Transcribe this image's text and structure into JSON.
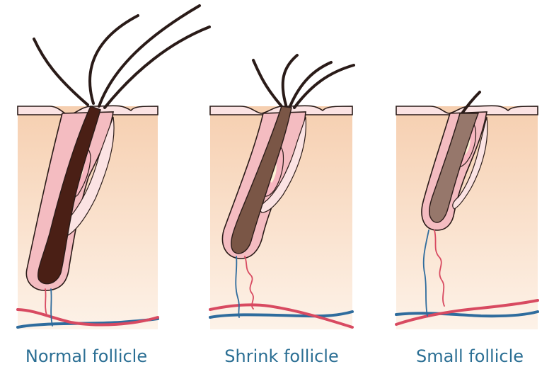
{
  "captions": {
    "normal": "Normal follicle",
    "shrink": "Shrink follicle",
    "small": "Small follicle"
  },
  "colors": {
    "skin_top": "#f6cfb0",
    "skin_bottom": "#fdf2e8",
    "surface_pink": "#fbe3e3",
    "outline": "#2a1b18",
    "sheath": "#f4bcc1",
    "gland": "#f7b6c0",
    "gland_core": "#fdf3d6",
    "hair_normal": "#4a1f15",
    "hair_shrink": "#7a5646",
    "hair_small": "#96776b",
    "artery": "#d84a61",
    "vein": "#2f6c9d",
    "caption": "#2b6f94"
  }
}
